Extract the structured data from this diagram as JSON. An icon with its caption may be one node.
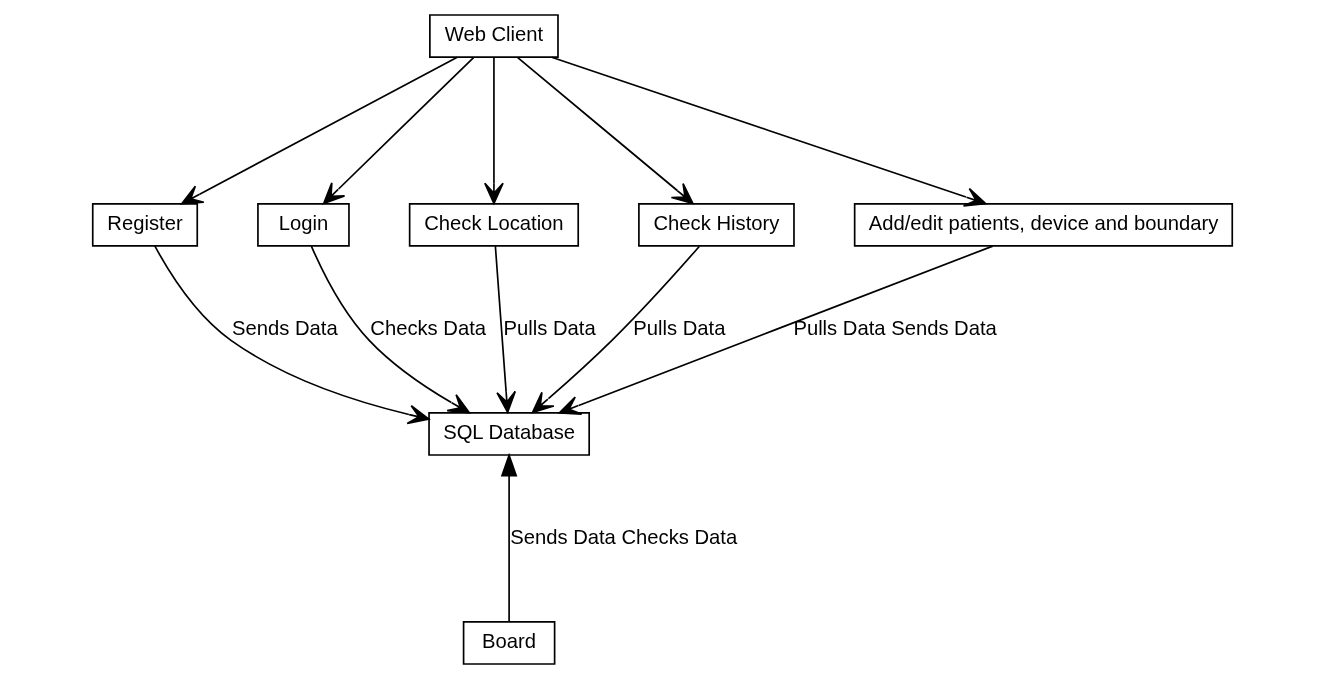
{
  "diagram": {
    "nodes": [
      {
        "text": [
          "Web Client"
        ]
      },
      {
        "text": [
          "Register"
        ]
      },
      {
        "text": [
          "Login"
        ]
      },
      {
        "text": [
          "Check Location"
        ]
      },
      {
        "text": [
          "Check History"
        ]
      },
      {
        "text": [
          "Add/edit patients, device and boundary"
        ]
      },
      {
        "text": [
          "SQL Database"
        ]
      },
      {
        "text": [
          "Board"
        ]
      }
    ],
    "edges": [
      {
        "from": 0,
        "to": 1,
        "arrow": "to"
      },
      {
        "from": 0,
        "to": 2,
        "arrow": "to"
      },
      {
        "from": 0,
        "to": 3,
        "arrow": "to"
      },
      {
        "from": 0,
        "to": 4,
        "arrow": "to"
      },
      {
        "from": 0,
        "to": 5,
        "arrow": "to"
      },
      {
        "from": 1,
        "to": 6,
        "arrow": "to",
        "label": "Sends Data"
      },
      {
        "from": 2,
        "to": 6,
        "arrow": "to",
        "label": "Checks Data"
      },
      {
        "from": 3,
        "to": 6,
        "arrow": "to",
        "label": "Pulls Data"
      },
      {
        "from": 4,
        "to": 6,
        "arrow": "to",
        "label": "Pulls Data"
      },
      {
        "from": 5,
        "to": 6,
        "arrow": "to",
        "label": "Pulls Data Sends Data"
      },
      {
        "from": 7,
        "to": 6,
        "arrow": "to",
        "label": "Sends Data Checks Data"
      }
    ]
  }
}
